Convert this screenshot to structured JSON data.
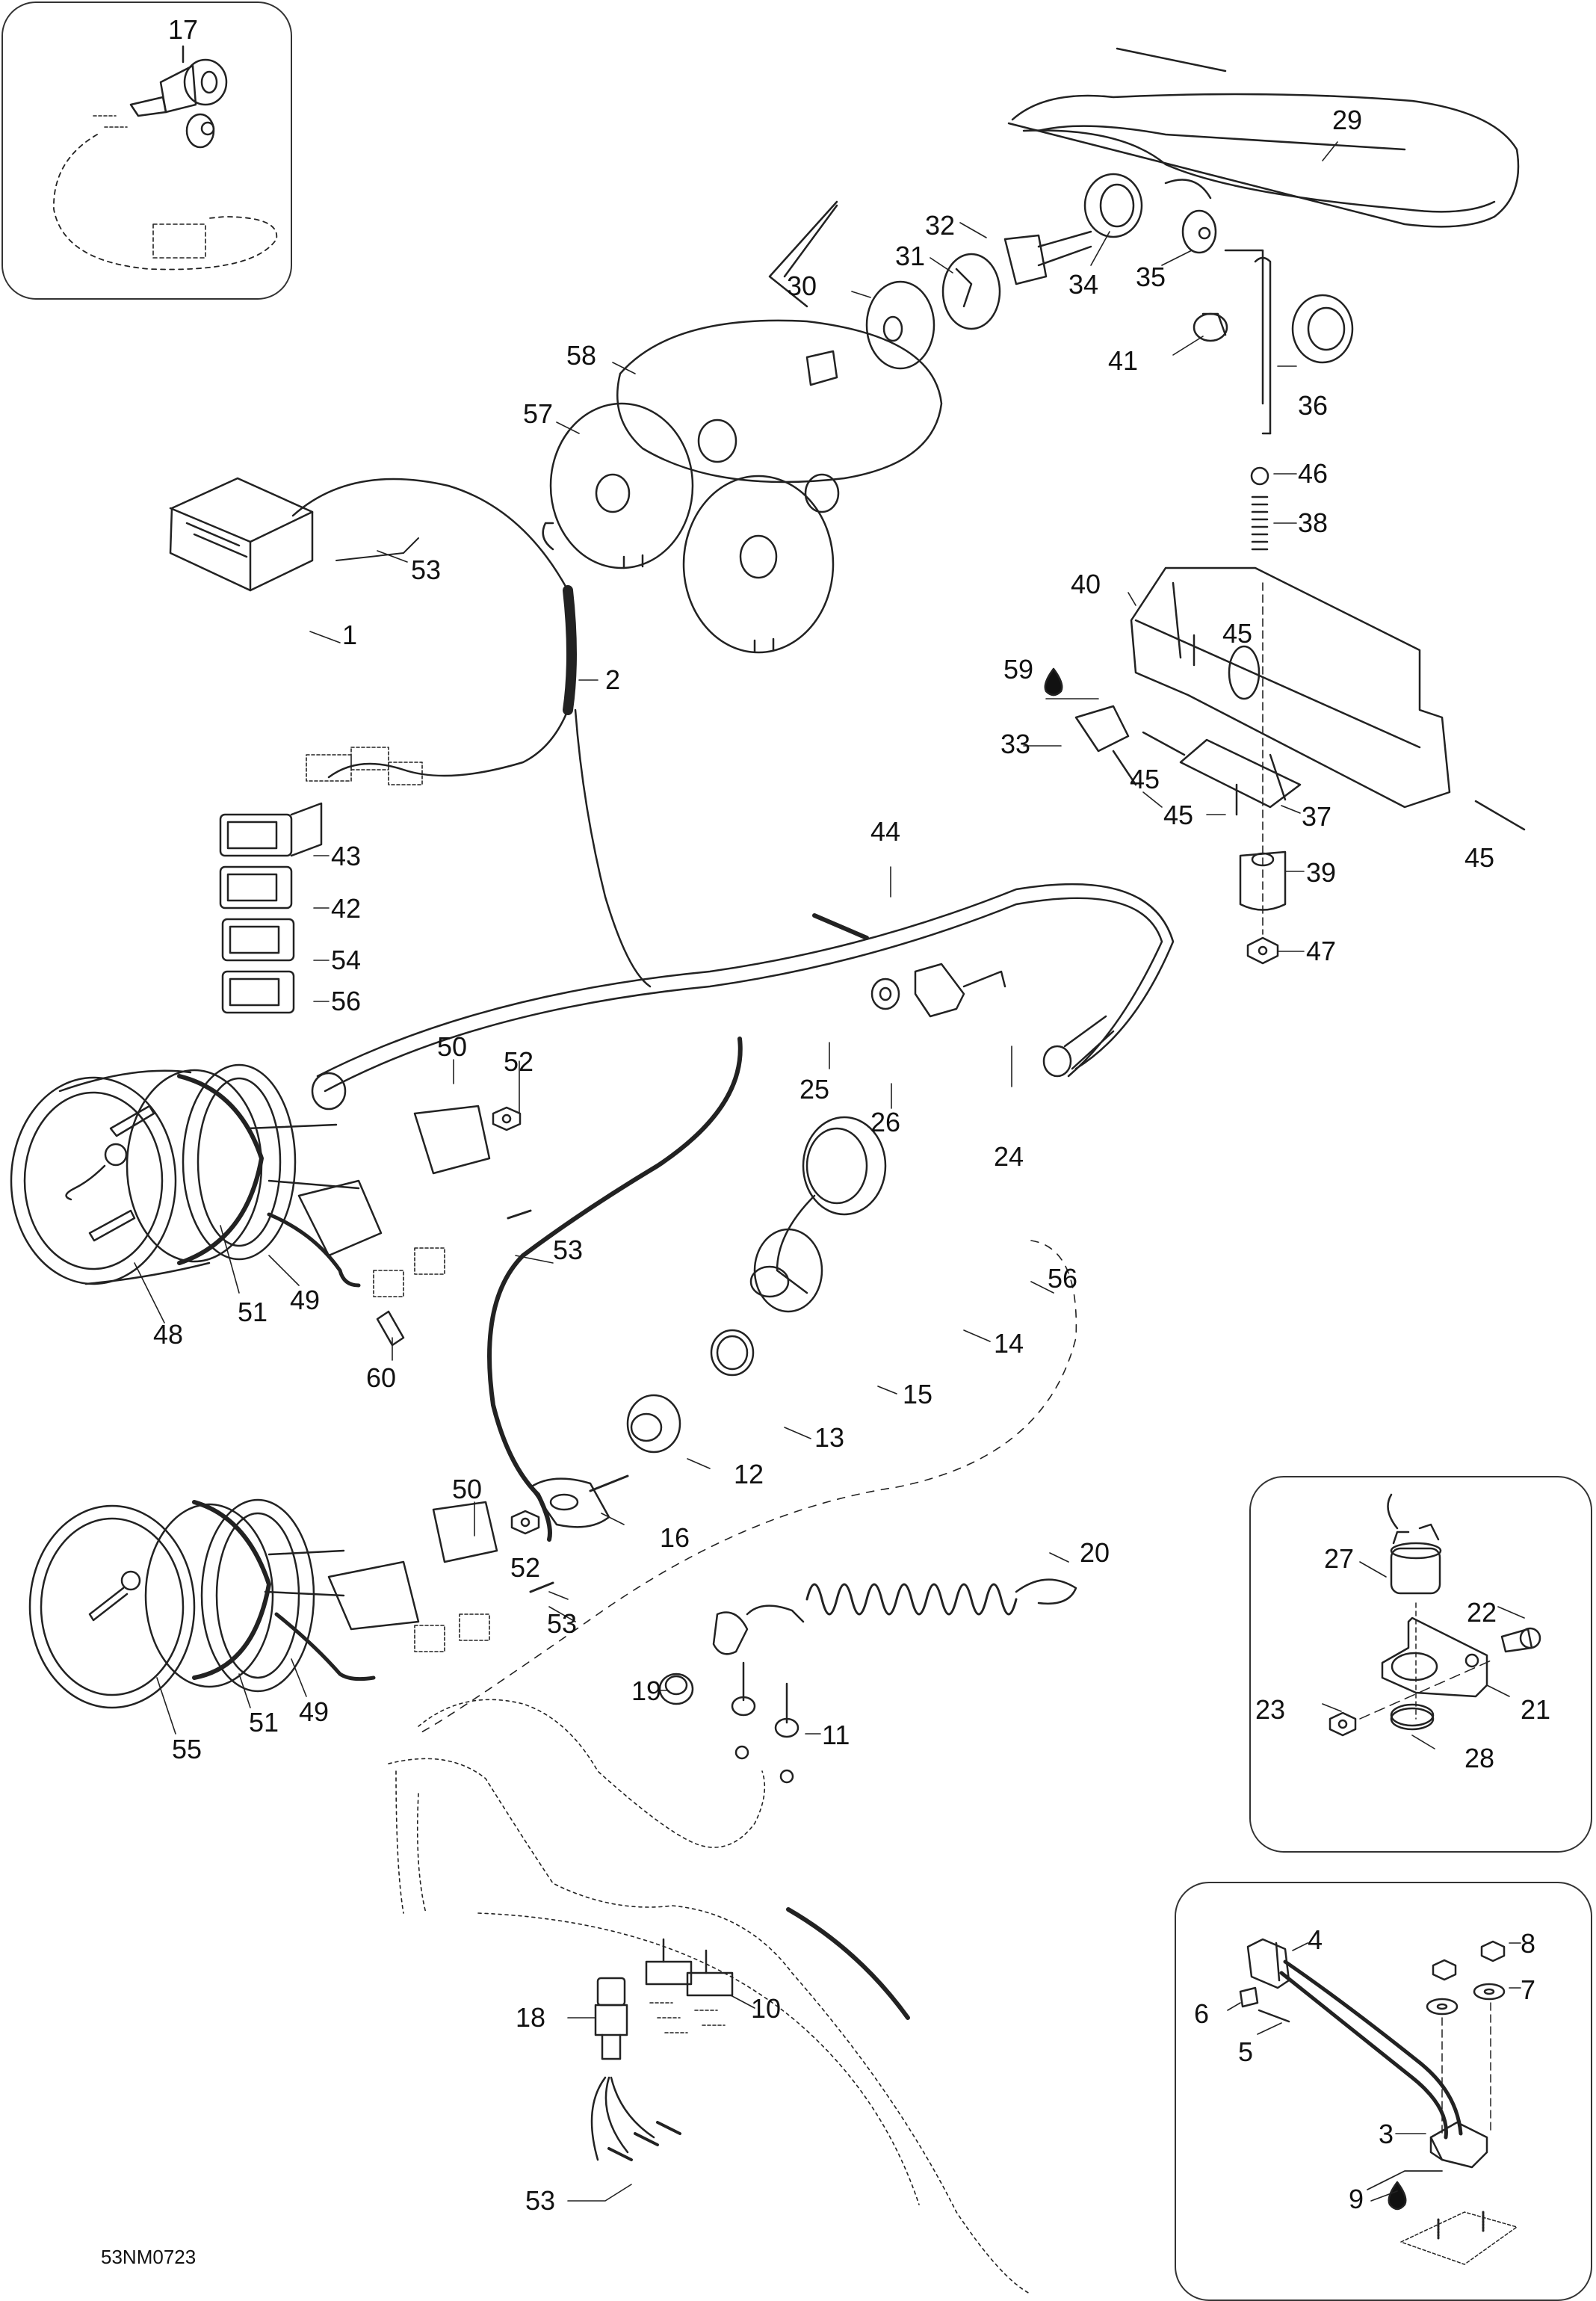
{
  "diagram": {
    "reference_code": "53NM0723",
    "type": "exploded parts diagram",
    "insets": [
      {
        "id": "inset-top-left",
        "callouts": [
          "17"
        ]
      },
      {
        "id": "inset-right-middle",
        "callouts": [
          "27",
          "22",
          "21",
          "23",
          "28"
        ]
      },
      {
        "id": "inset-right-bottom",
        "callouts": [
          "4",
          "8",
          "7",
          "6",
          "5",
          "3",
          "9"
        ]
      }
    ],
    "callouts": [
      {
        "id": "c17",
        "text": "17"
      },
      {
        "id": "c29",
        "text": "29"
      },
      {
        "id": "c32",
        "text": "32"
      },
      {
        "id": "c31",
        "text": "31"
      },
      {
        "id": "c30",
        "text": "30"
      },
      {
        "id": "c34",
        "text": "34"
      },
      {
        "id": "c35",
        "text": "35"
      },
      {
        "id": "c41",
        "text": "41"
      },
      {
        "id": "c36",
        "text": "36"
      },
      {
        "id": "c46",
        "text": "46"
      },
      {
        "id": "c38",
        "text": "38"
      },
      {
        "id": "c58",
        "text": "58"
      },
      {
        "id": "c57",
        "text": "57"
      },
      {
        "id": "c53a",
        "text": "53"
      },
      {
        "id": "c1",
        "text": "1"
      },
      {
        "id": "c2",
        "text": "2"
      },
      {
        "id": "c40",
        "text": "40"
      },
      {
        "id": "c45a",
        "text": "45"
      },
      {
        "id": "c59",
        "text": "59"
      },
      {
        "id": "c33",
        "text": "33"
      },
      {
        "id": "c45b",
        "text": "45"
      },
      {
        "id": "c45c",
        "text": "45"
      },
      {
        "id": "c37",
        "text": "37"
      },
      {
        "id": "c45d",
        "text": "45"
      },
      {
        "id": "c39",
        "text": "39"
      },
      {
        "id": "c47",
        "text": "47"
      },
      {
        "id": "c43",
        "text": "43"
      },
      {
        "id": "c42",
        "text": "42"
      },
      {
        "id": "c54",
        "text": "54"
      },
      {
        "id": "c56a",
        "text": "56"
      },
      {
        "id": "c44",
        "text": "44"
      },
      {
        "id": "c50a",
        "text": "50"
      },
      {
        "id": "c52a",
        "text": "52"
      },
      {
        "id": "c25",
        "text": "25"
      },
      {
        "id": "c26",
        "text": "26"
      },
      {
        "id": "c24",
        "text": "24"
      },
      {
        "id": "c53b",
        "text": "53"
      },
      {
        "id": "c56b",
        "text": "56"
      },
      {
        "id": "c48",
        "text": "48"
      },
      {
        "id": "c51a",
        "text": "51"
      },
      {
        "id": "c49a",
        "text": "49"
      },
      {
        "id": "c60",
        "text": "60"
      },
      {
        "id": "c14",
        "text": "14"
      },
      {
        "id": "c15",
        "text": "15"
      },
      {
        "id": "c13",
        "text": "13"
      },
      {
        "id": "c12",
        "text": "12"
      },
      {
        "id": "c16",
        "text": "16"
      },
      {
        "id": "c50b",
        "text": "50"
      },
      {
        "id": "c20",
        "text": "20"
      },
      {
        "id": "c52b",
        "text": "52"
      },
      {
        "id": "c53c",
        "text": "53"
      },
      {
        "id": "c19",
        "text": "19"
      },
      {
        "id": "c11",
        "text": "11"
      },
      {
        "id": "c55",
        "text": "55"
      },
      {
        "id": "c51b",
        "text": "51"
      },
      {
        "id": "c49b",
        "text": "49"
      },
      {
        "id": "c27",
        "text": "27"
      },
      {
        "id": "c22",
        "text": "22"
      },
      {
        "id": "c21",
        "text": "21"
      },
      {
        "id": "c23",
        "text": "23"
      },
      {
        "id": "c28",
        "text": "28"
      },
      {
        "id": "c18",
        "text": "18"
      },
      {
        "id": "c10",
        "text": "10"
      },
      {
        "id": "c53d",
        "text": "53"
      },
      {
        "id": "c4",
        "text": "4"
      },
      {
        "id": "c8",
        "text": "8"
      },
      {
        "id": "c7",
        "text": "7"
      },
      {
        "id": "c6",
        "text": "6"
      },
      {
        "id": "c5",
        "text": "5"
      },
      {
        "id": "c3",
        "text": "3"
      },
      {
        "id": "c9",
        "text": "9"
      }
    ]
  }
}
